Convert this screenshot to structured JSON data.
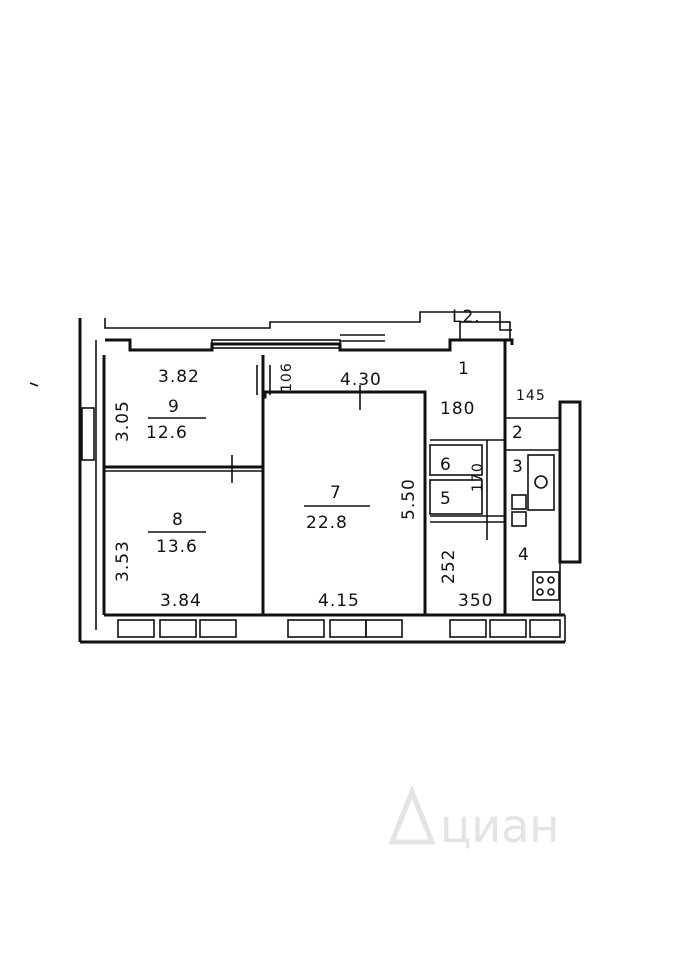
{
  "header_text": "L2.",
  "rooms": [
    {
      "number": "9",
      "area": "12.6",
      "width": "3.82",
      "length": "3.05"
    },
    {
      "number": "8",
      "area": "13.6",
      "width": "3.84",
      "length": "3.53"
    },
    {
      "number": "7",
      "area": "22.8",
      "width": "4.15",
      "length": "5.50",
      "top_width": "4.30"
    },
    {
      "number": "1",
      "length": "180"
    },
    {
      "number": "2",
      "width": "145"
    },
    {
      "number": "3"
    },
    {
      "number": "4",
      "width": "350",
      "length": "252"
    },
    {
      "number": "5"
    },
    {
      "number": "6",
      "length": "170"
    }
  ],
  "dimensions": {
    "wall_106": "106"
  },
  "watermark": "циан"
}
